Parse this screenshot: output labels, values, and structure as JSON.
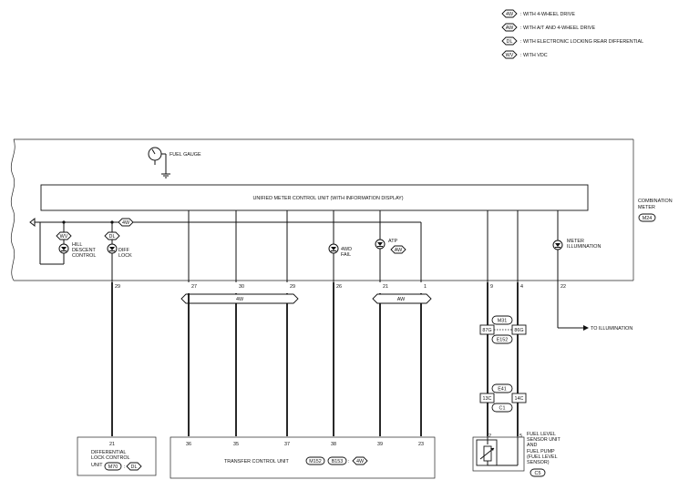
{
  "legend": [
    {
      "code": "4W",
      "text": ": WITH 4-WHEEL DRIVE"
    },
    {
      "code": "AW",
      "text": ": WITH A/T AND 4-WHEEL DRIVE"
    },
    {
      "code": "DL",
      "text": ": WITH ELECTRONIC LOCKING REAR DIFFERENTIAL"
    },
    {
      "code": "WV",
      "text": ": WITH VDC"
    }
  ],
  "combination_meter": {
    "label_line1": "COMBINATION",
    "label_line2": "METER",
    "connector": "M24",
    "unit_label": "UNIFIED METER CONTROL UNIT (WITH INFORMATION DISPLAY)",
    "fuel_gauge": "FUEL GAUGE",
    "hill_descent": [
      "HILL",
      "DESCENT",
      "CONTROL"
    ],
    "diff_lock": [
      "DIFF",
      "LOCK"
    ],
    "fail_4wd": [
      "4WD",
      "FAIL"
    ],
    "atp": "ATP",
    "meter_illumination": [
      "METER",
      "ILLUMINATION"
    ],
    "code_wv": "WV",
    "code_dl": "DL",
    "code_4w": "4W",
    "code_aw": "AW"
  },
  "pins": {
    "p29a": "29",
    "p27": "27",
    "p30": "30",
    "p29b": "29",
    "p26": "26",
    "p21": "21",
    "p1": "1",
    "p9": "9",
    "p4": "4",
    "p22": "22"
  },
  "bars": {
    "bar_4w": "4W",
    "bar_aw": "AW"
  },
  "to_illumination": "TO ILLUMINATION",
  "connectors": {
    "c1_top": "M31",
    "c1_bottom": "E152",
    "c1_left": "87G",
    "c1_right": "86G",
    "c2_top": "E41",
    "c2_bottom": "C1",
    "c2_left": "13C",
    "c2_right": "14C"
  },
  "bottom_pins": {
    "b21": "21",
    "b36": "36",
    "b35": "35",
    "b37": "37",
    "b38": "38",
    "b39": "39",
    "b23": "23",
    "b2": "2",
    "b5": "5"
  },
  "diff_unit": {
    "lines": [
      "DIFFERENTIAL",
      "LOCK CONTROL",
      "UNIT"
    ],
    "connector": "M70",
    "code": "DL"
  },
  "transfer_unit": {
    "label": "TRANSFER CONTROL UNIT",
    "connector1": "M152",
    "connector2": "B153",
    "code": "4W"
  },
  "fuel_sensor": {
    "lines": [
      "FUEL LEVEL",
      "SENSOR UNIT",
      "AND",
      "FUEL PUMP",
      "(FUEL LEVEL",
      "SENSOR)"
    ],
    "connector": "C5"
  }
}
